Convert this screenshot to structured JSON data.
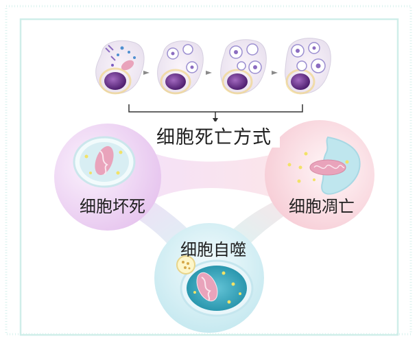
{
  "diagram": {
    "title": "细胞死亡方式",
    "modes": [
      {
        "key": "necrosis",
        "label": "细胞坏死",
        "color": "#e6c4ee"
      },
      {
        "key": "apoptosis",
        "label": "细胞凋亡",
        "color": "#f6c9d3"
      },
      {
        "key": "autophagy",
        "label": "细胞自噬",
        "color": "#bfe6ee"
      }
    ],
    "process_steps": 4,
    "colors": {
      "frame": "#cfeee9",
      "nucleus": "#6b2f8e",
      "vesicle": "#9b8ed0",
      "mitochondrion": "#e9a3bb",
      "granule": "#f2e266"
    }
  }
}
